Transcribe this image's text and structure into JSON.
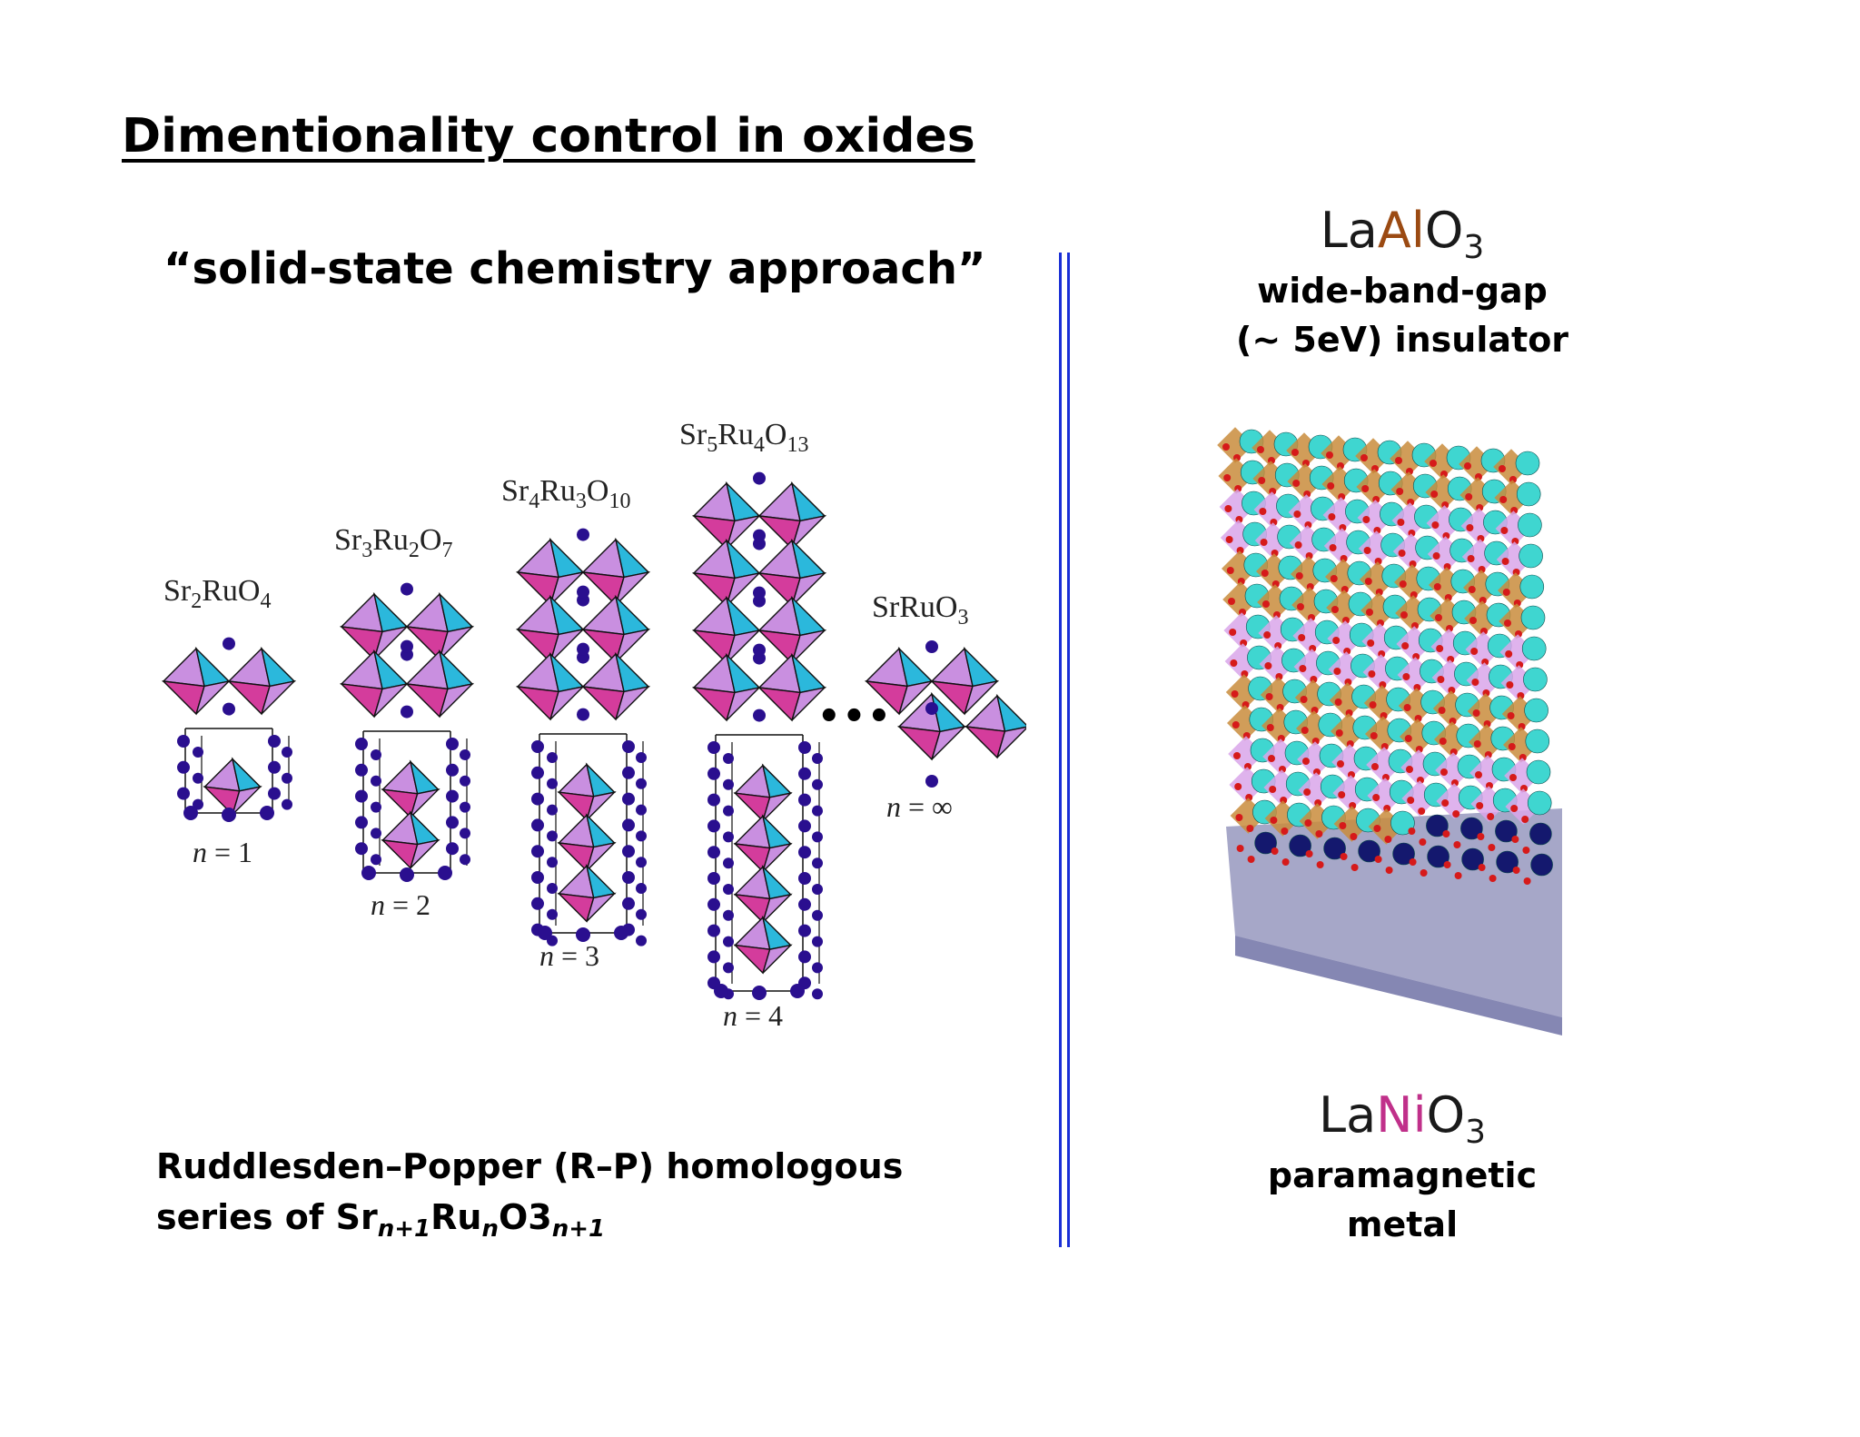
{
  "title": "Dimentionality control in oxides",
  "subtitle": "“solid-state chemistry approach”",
  "left_figure": {
    "structures": [
      {
        "formula_parts": [
          "Sr",
          "2",
          "RuO",
          "4"
        ],
        "n_label": "n",
        "n_eq": " = 1"
      },
      {
        "formula_parts": [
          "Sr",
          "3",
          "Ru",
          "2",
          "O",
          "7"
        ],
        "n_label": "n",
        "n_eq": " = 2"
      },
      {
        "formula_parts": [
          "Sr",
          "4",
          "Ru",
          "3",
          "O",
          "10"
        ],
        "n_label": "n",
        "n_eq": " = 3"
      },
      {
        "formula_parts": [
          "Sr",
          "5",
          "Ru",
          "4",
          "O",
          "13"
        ],
        "n_label": "n",
        "n_eq": " = 4"
      },
      {
        "formula_parts": [
          "SrRuO",
          "3"
        ],
        "n_label": "n",
        "n_eq": " = ∞"
      }
    ],
    "ellipsis": "•••",
    "colors": {
      "octahedron_violet": "#c98fe0",
      "octahedron_magenta": "#d43c9c",
      "octahedron_cyan": "#2bb8dc",
      "atom": "#2a0f8f"
    }
  },
  "caption": {
    "line1": "Ruddlesden–Popper (R–P) homologous",
    "line2_parts": [
      "series of Sr",
      "n+1",
      "Ru",
      "n",
      "O3",
      "n+1"
    ]
  },
  "right": {
    "top": {
      "la": "La",
      "el": "Al",
      "o": "O",
      "sub": "3",
      "el_color": "#9b4a12",
      "desc1": "wide-band-gap",
      "desc2": "(~ 5eV) insulator"
    },
    "bottom": {
      "la": "La",
      "el": "Ni",
      "o": "O",
      "sub": "3",
      "el_color": "#c0308a",
      "desc1": "paramagnetic",
      "desc2": "metal"
    },
    "colors": {
      "cyan_atom": "#3fd6d0",
      "oxygen": "#d61a1a",
      "al_octa": "#c98c3c",
      "ni_octa": "#d9a6ea",
      "substrate": "#5c5f9a",
      "substrate_atom": "#14186e"
    }
  },
  "divider_color": "#1a2fd6"
}
